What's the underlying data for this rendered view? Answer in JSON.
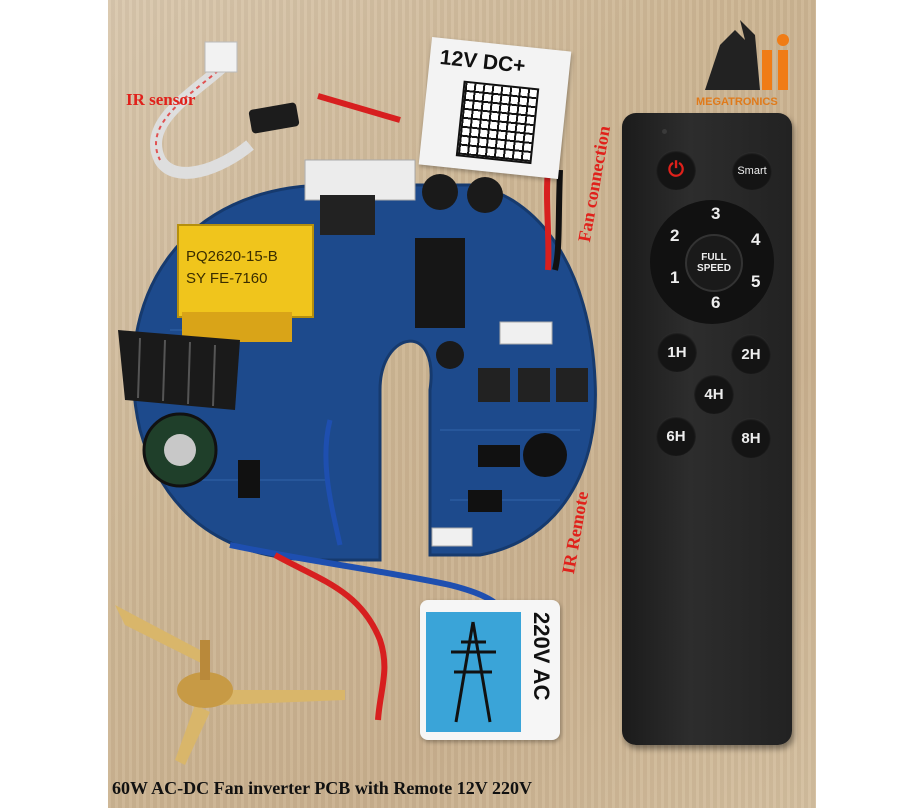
{
  "labels": {
    "ir_sensor": "IR sensor",
    "fan_connection": "Fan connection",
    "ir_remote": "IR Remote",
    "caption": "60W AC-DC Fan inverter PCB with Remote 12V 220V"
  },
  "stickers": {
    "dc": "12V DC+",
    "ac": "220V AC"
  },
  "transformer": {
    "line1": "PQ2620-15-B",
    "line2": "SY  FE-7160"
  },
  "logo": {
    "brand": "MEGATRONICS"
  },
  "remote": {
    "smart": "Smart",
    "wheel": [
      "3",
      "4",
      "5",
      "6",
      "1",
      "2"
    ],
    "center_line1": "FULL",
    "center_line2": "SPEED",
    "timers": [
      "1H",
      "2H",
      "4H",
      "6H",
      "8H"
    ]
  },
  "colors": {
    "label_red": "#e0211b",
    "pcb_blue": "#1d4a8c",
    "remote_black": "#1f1f1f",
    "power_red": "#e0211b"
  }
}
